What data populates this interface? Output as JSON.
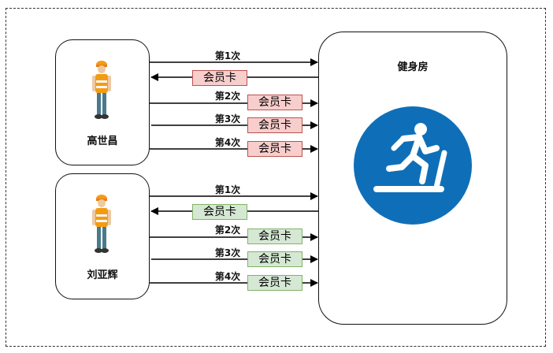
{
  "persons": [
    {
      "name": "高世昌",
      "card_color": "red",
      "visits": [
        {
          "label": "第1次",
          "direction": "to-gym",
          "card": null
        },
        {
          "label": null,
          "direction": "to-person",
          "card": "会员卡"
        },
        {
          "label": "第2次",
          "direction": "to-gym",
          "card": "会员卡"
        },
        {
          "label": "第3次",
          "direction": "to-gym",
          "card": "会员卡"
        },
        {
          "label": "第4次",
          "direction": "to-gym",
          "card": "会员卡"
        }
      ]
    },
    {
      "name": "刘亚辉",
      "card_color": "green",
      "visits": [
        {
          "label": "第1次",
          "direction": "to-gym",
          "card": null
        },
        {
          "label": null,
          "direction": "to-person",
          "card": "会员卡"
        },
        {
          "label": "第2次",
          "direction": "to-gym",
          "card": "会员卡"
        },
        {
          "label": "第3次",
          "direction": "to-gym",
          "card": "会员卡"
        },
        {
          "label": "第4次",
          "direction": "to-gym",
          "card": "会员卡"
        }
      ]
    }
  ],
  "gym": {
    "title": "健身房",
    "icon": "treadmill-runner-icon",
    "icon_bg": "#0e6fb8"
  },
  "colors": {
    "red_card_bg": "#f8cecc",
    "red_card_border": "#b85450",
    "green_card_bg": "#d5e8d4",
    "green_card_border": "#82b366"
  }
}
